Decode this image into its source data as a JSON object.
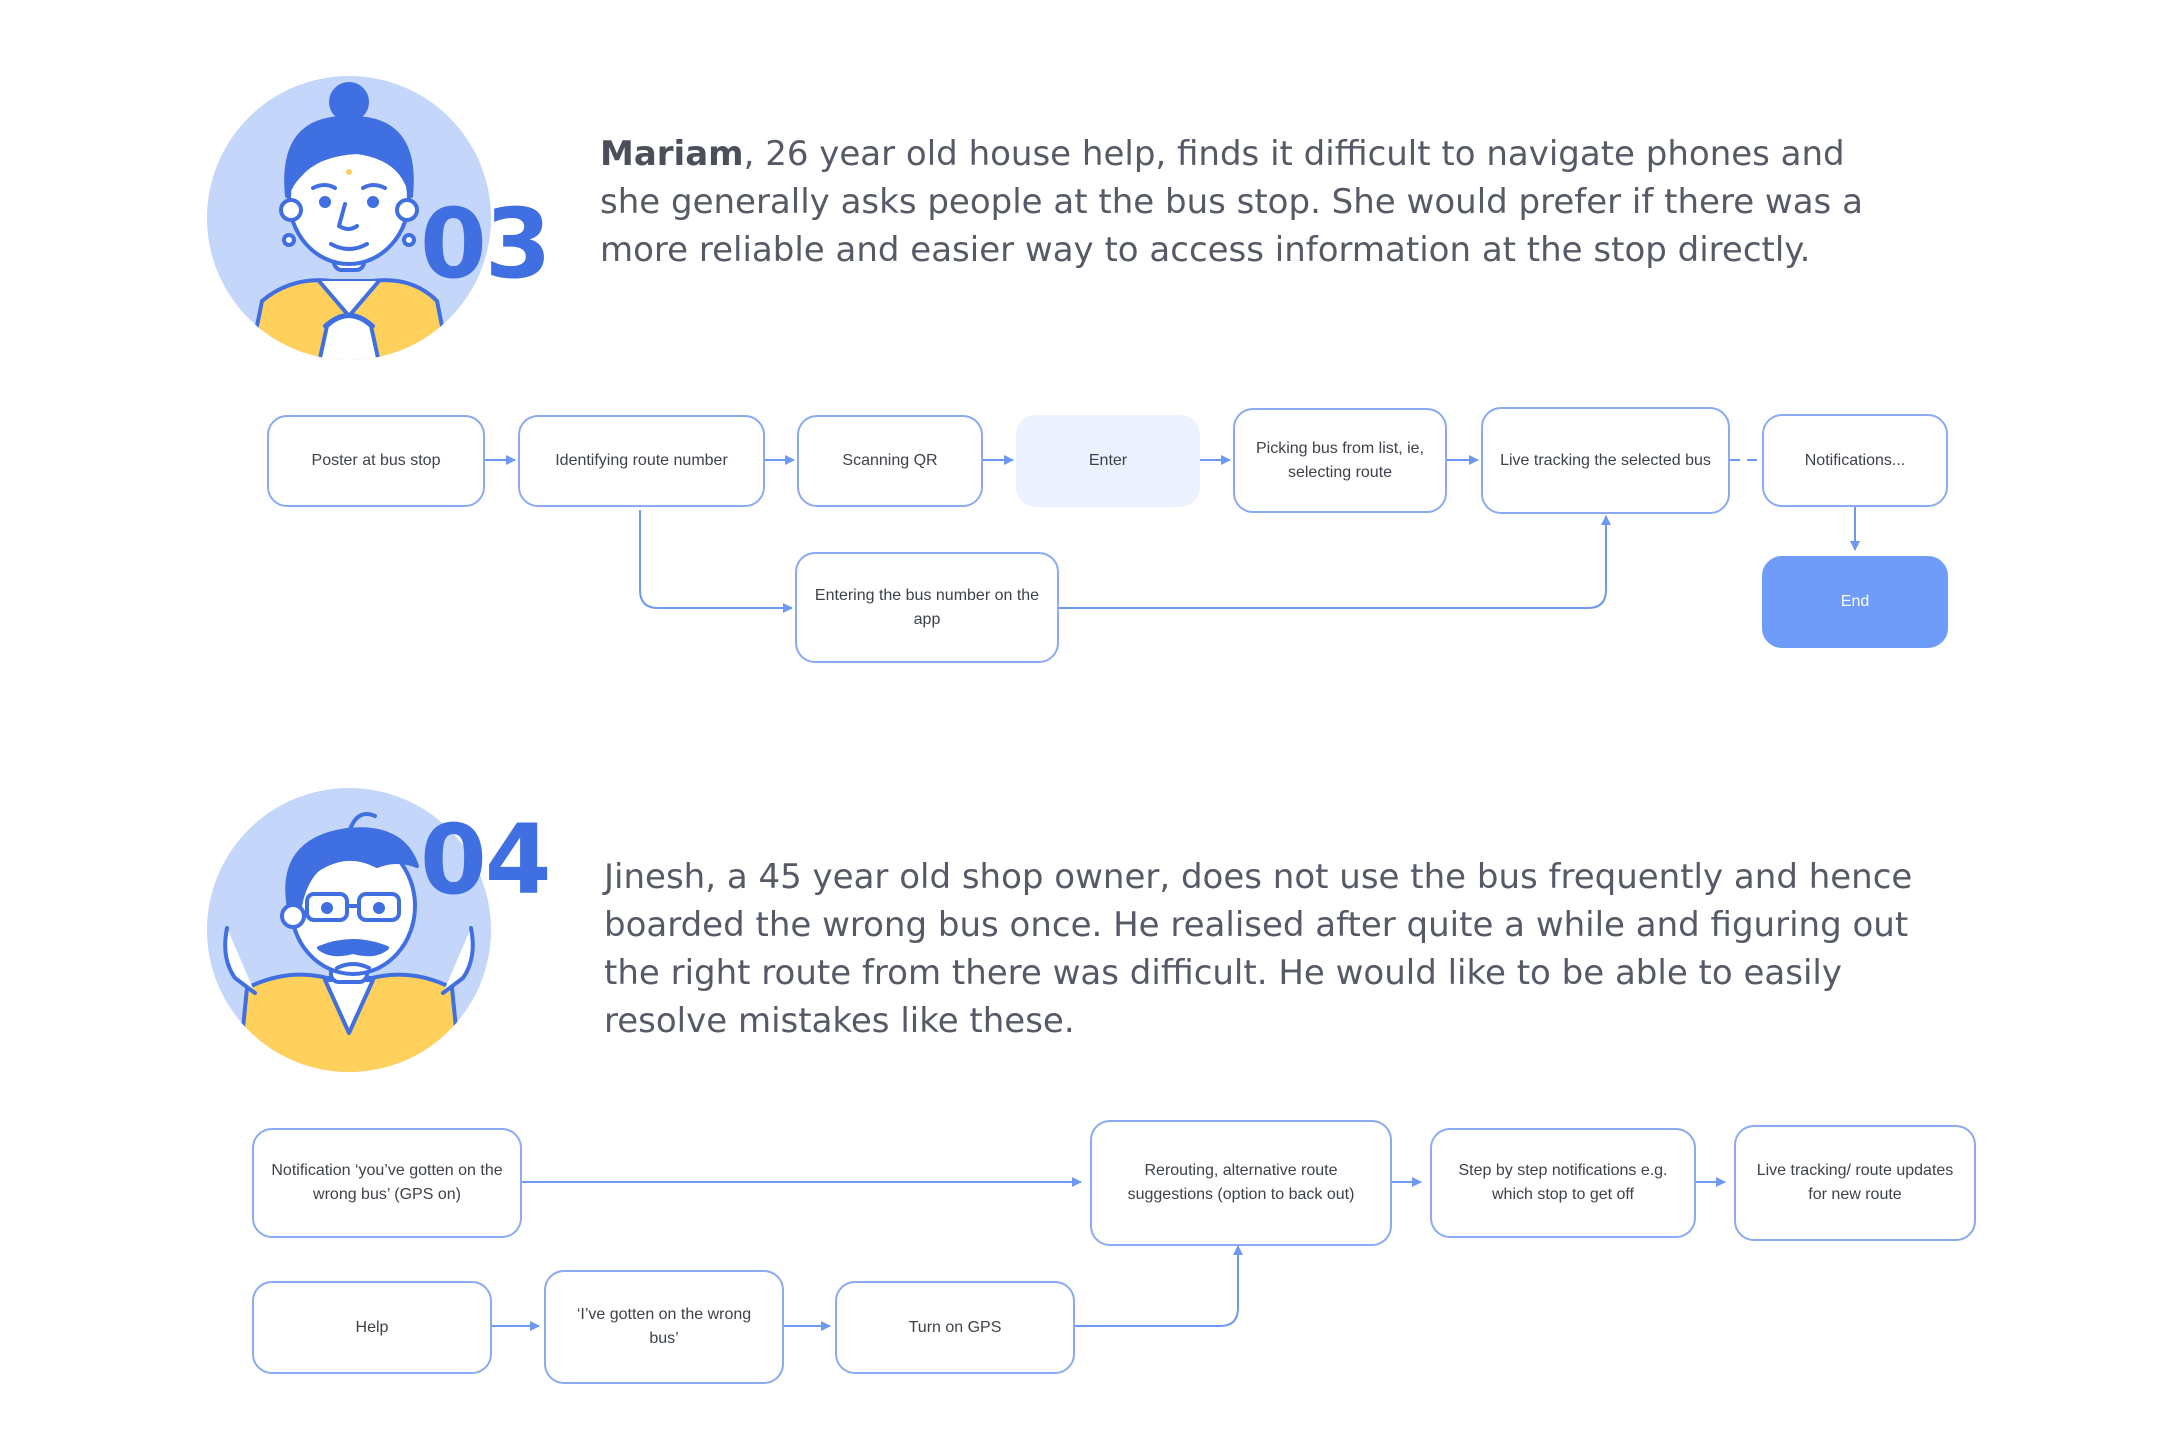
{
  "persona3": {
    "number": "03",
    "name": "Mariam",
    "description": ", 26 year old house help, finds it difficult to navigate phones and she generally asks people at the bus stop. She would prefer if there was a more reliable and easier way to access information at the stop directly."
  },
  "flow3": {
    "poster": "Poster at bus stop",
    "identify": "Identifying route number",
    "scan": "Scanning QR",
    "enter": "Enter",
    "pick": "Picking bus from list, ie, selecting route",
    "track": "Live tracking the selected bus",
    "notify": "Notifications...",
    "end": "End",
    "manual": "Entering the bus number on the app"
  },
  "persona4": {
    "number": "04",
    "description": "Jinesh, a 45 year old shop owner, does not use the bus frequently and hence boarded the wrong bus once. He realised after quite a while and figuring out the right route from there was difficult. He would like to be able to easily resolve mistakes like these."
  },
  "flow4": {
    "wrong_bus_notification": "Notification ‘you’ve gotten on the wrong bus’ (GPS on)",
    "reroute": "Rerouting, alternative route suggestions (option to back out)",
    "steps": "Step by step notifications e.g. which stop to get off",
    "live": "Live tracking/ route updates for new route",
    "help": "Help",
    "wrong_bus": "‘I’ve gotten on the wrong bus’",
    "gps": "Turn on GPS"
  },
  "colors": {
    "accent": "#3f6fe0",
    "node_border": "#8aaaf3",
    "arrow": "#6d98f3",
    "end_fill": "#6e9cf8",
    "enter_fill": "#ebf1fe",
    "avatar_bg": "#c5d6fb",
    "shirt": "#ffd15c"
  }
}
